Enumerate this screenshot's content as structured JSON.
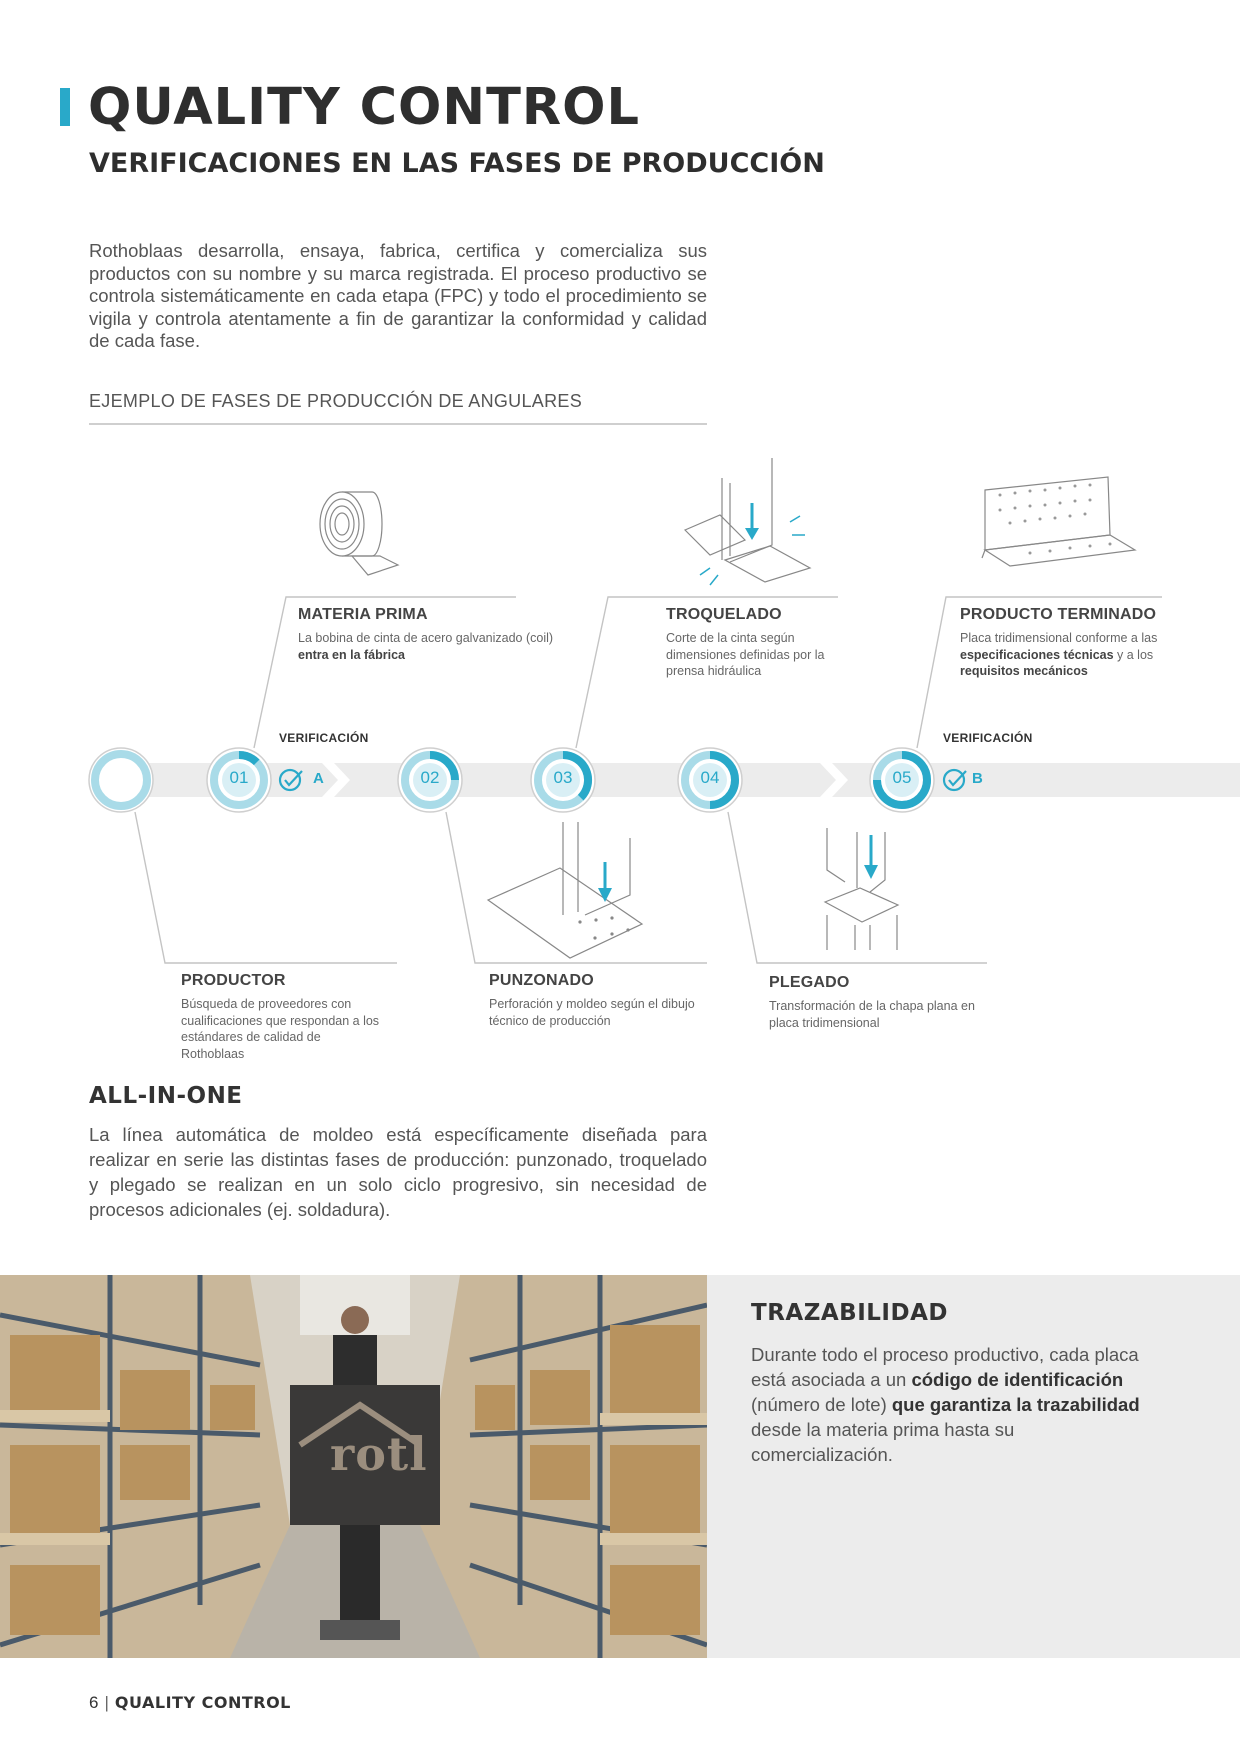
{
  "header": {
    "title": "QUALITY CONTROL",
    "subtitle": "VERIFICACIONES EN LAS FASES DE PRODUCCIÓN"
  },
  "intro": "Rothoblaas desarrolla, ensaya, fabrica, certifica y comercializa sus productos con su nombre y su marca registrada. El proceso productivo se controla sistemáticamente en cada etapa (FPC) y todo el procedimiento se vigila y controla atentamente a fin de garantizar la conformidad y calidad de cada fase.",
  "example_heading": "EJEMPLO DE FASES DE PRODUCCIÓN DE ANGULARES",
  "process": {
    "step_numbers": [
      "01",
      "02",
      "03",
      "04",
      "05"
    ],
    "verification_label": "VERIFICACIÓN",
    "checkpoint_a": "A",
    "checkpoint_b": "B",
    "top_steps": [
      {
        "title": "MATERIA PRIMA",
        "desc_plain": "La bobina de cinta de acero galvanizado (coil) ",
        "desc_bold": "entra en la fábrica"
      },
      {
        "title": "TROQUELADO",
        "desc_plain": "Corte de la cinta según dimensiones definidas por la prensa hidráulica"
      },
      {
        "title": "PRODUCTO TERMINADO",
        "desc_1": "Placa tridimensional conforme a las ",
        "desc_bold_1": "especificaciones técnicas",
        "desc_2": " y a los ",
        "desc_bold_2": "requisitos mecánicos"
      }
    ],
    "bottom_steps": [
      {
        "title": "PRODUCTOR",
        "desc_plain": "Búsqueda de proveedores con cualificaciones que respondan a los estándares de calidad de Rothoblaas"
      },
      {
        "title": "PUNZONADO",
        "desc_plain": "Perforación y moldeo según el dibujo técnico de producción"
      },
      {
        "title": "PLEGADO",
        "desc_plain": "Transformación de la chapa plana en placa tridimensional"
      }
    ]
  },
  "all_in_one": {
    "title": "ALL-IN-ONE",
    "text": "La línea automática de moldeo está específicamente diseñada para realizar en serie las distintas fases de producción: punzonado, troquelado y plegado se realizan en un solo ciclo progresivo, sin necesidad de procesos adicionales (ej. soldadura)."
  },
  "traceability": {
    "title": "TRAZABILIDAD",
    "t1": "Durante todo el proceso productivo, cada placa está asociada a un ",
    "b1": "código de identificación",
    "t2": " (número de lote) ",
    "b2": "que garantiza la trazabilidad",
    "t3": " desde la materia prima hasta su comercialización."
  },
  "photo": {
    "sign_text": "rotl"
  },
  "footer": {
    "page_number": "6",
    "separator": "|",
    "section": "QUALITY CONTROL"
  },
  "colors": {
    "accent": "#29a9c9",
    "light_accent": "#a9dbe8",
    "band": "#ececec"
  }
}
